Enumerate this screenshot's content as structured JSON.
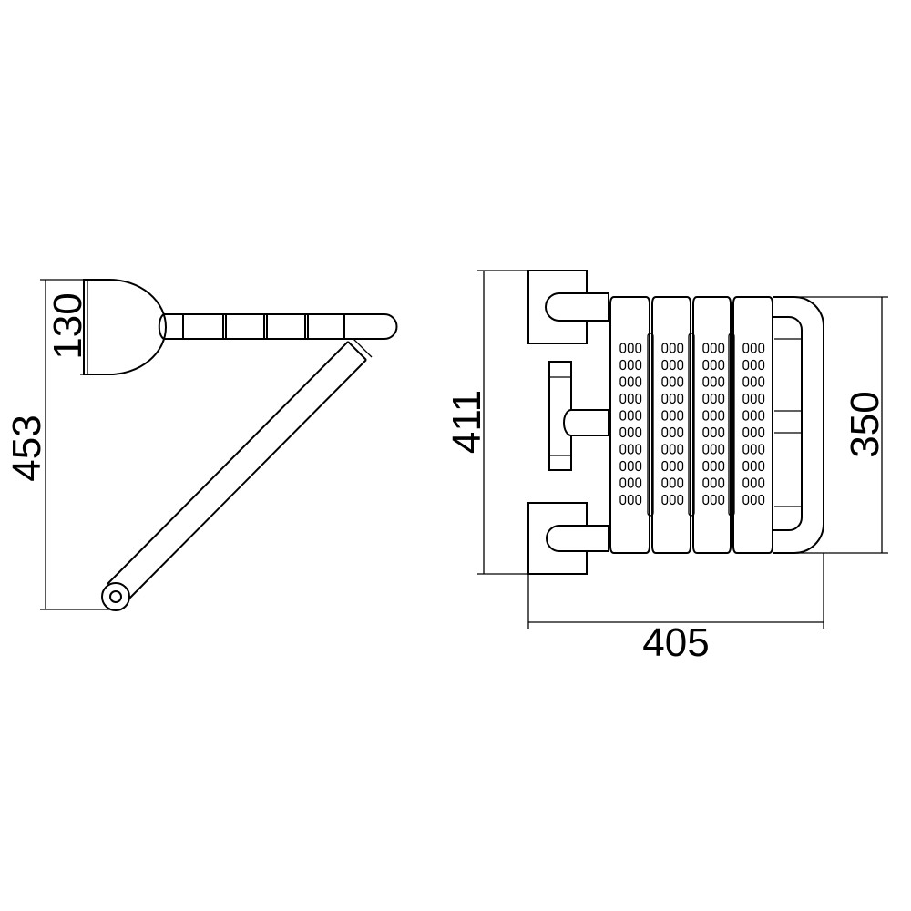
{
  "dimensions": {
    "side_overall_height": "453",
    "side_mount_height": "130",
    "front_overall_height": "411",
    "front_seat_depth": "350",
    "front_overall_width": "405"
  }
}
